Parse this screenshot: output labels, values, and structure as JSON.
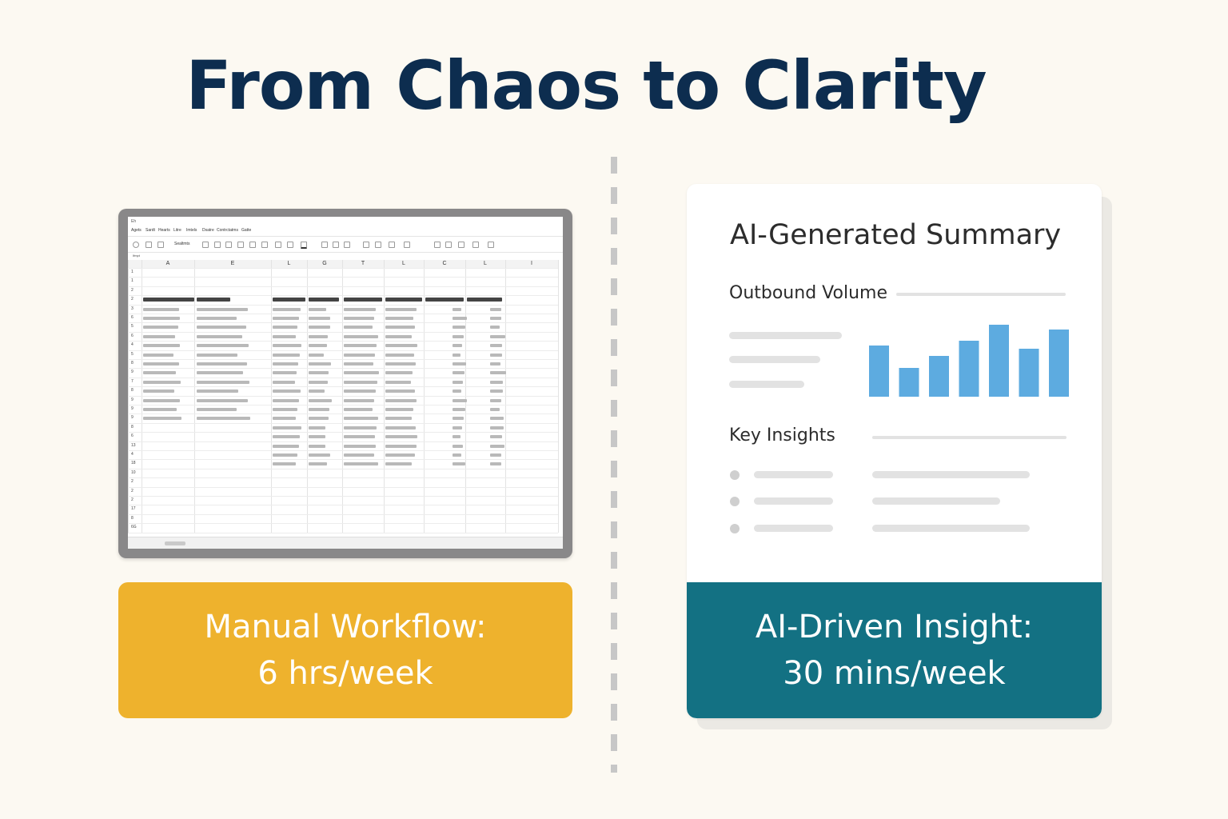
{
  "page": {
    "title": "From Chaos to Clarity",
    "colors": {
      "title": "#0d2d4f",
      "manual_badge": "#eeb22d",
      "ai_badge": "#137183",
      "chart_bars": "#5dabe0"
    }
  },
  "spreadsheet": {
    "app_label": "Eh",
    "menu": [
      "Agets",
      "Sardt",
      "Hearts",
      "Litre",
      "Imtels",
      "Dsatre",
      "Contrctatms",
      "Gatte"
    ],
    "toolbar_text": "Sealtmts",
    "namebox": "Ifmpt",
    "columns": [
      "A",
      "E",
      "L",
      "G",
      "T",
      "L",
      "C",
      "L",
      "I"
    ],
    "rows": [
      "1",
      "1",
      "2",
      "2",
      "3",
      "6",
      "5",
      "6",
      "4",
      "5",
      "8",
      "9",
      "7",
      "8",
      "9",
      "9",
      "9",
      "8",
      "6",
      "13",
      "4",
      "18",
      "10",
      "2",
      "2",
      "2",
      "17",
      "8",
      "6G"
    ],
    "icons": [
      "undo-icon",
      "redo-icon",
      "bold-icon",
      "font-color-icon"
    ]
  },
  "manual": {
    "line1": "Manual Workflow:",
    "line2": "6 hrs/week"
  },
  "summary": {
    "title": "AI-Generated Summary",
    "outbound_label": "Outbound Volume",
    "insights_label": "Key Insights",
    "chart_data": {
      "type": "bar",
      "values": [
        64,
        36,
        51,
        70,
        90,
        60,
        84
      ],
      "ylim": [
        0,
        100
      ]
    }
  },
  "ai": {
    "line1": "AI-Driven Insight:",
    "line2": "30 mins/week"
  }
}
